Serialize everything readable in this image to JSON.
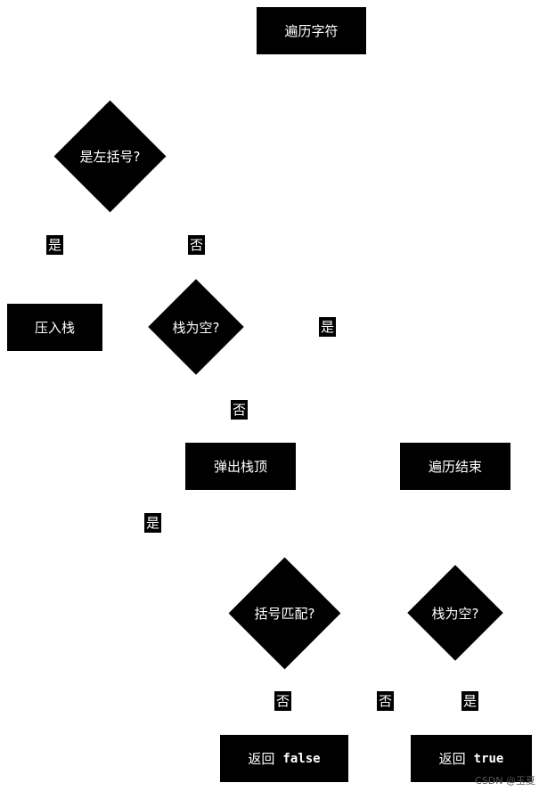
{
  "nodes": {
    "traverse": "遍历字符",
    "is_left_bracket": "是左括号?",
    "push": "压入栈",
    "stack_empty_1": "栈为空?",
    "pop_top": "弹出栈顶",
    "traverse_end": "遍历结束",
    "brackets_match": "括号匹配?",
    "stack_empty_2": "栈为空?",
    "return_false_word": "返回",
    "return_false_value": "false",
    "return_true_word": "返回",
    "return_true_value": "true"
  },
  "edge_labels": {
    "yes_1": "是",
    "no_1": "否",
    "yes_2": "是",
    "no_2": "否",
    "yes_3": "是",
    "no_3": "否",
    "no_4": "否",
    "yes_4": "是"
  },
  "watermark": "CSDN @玉夏"
}
